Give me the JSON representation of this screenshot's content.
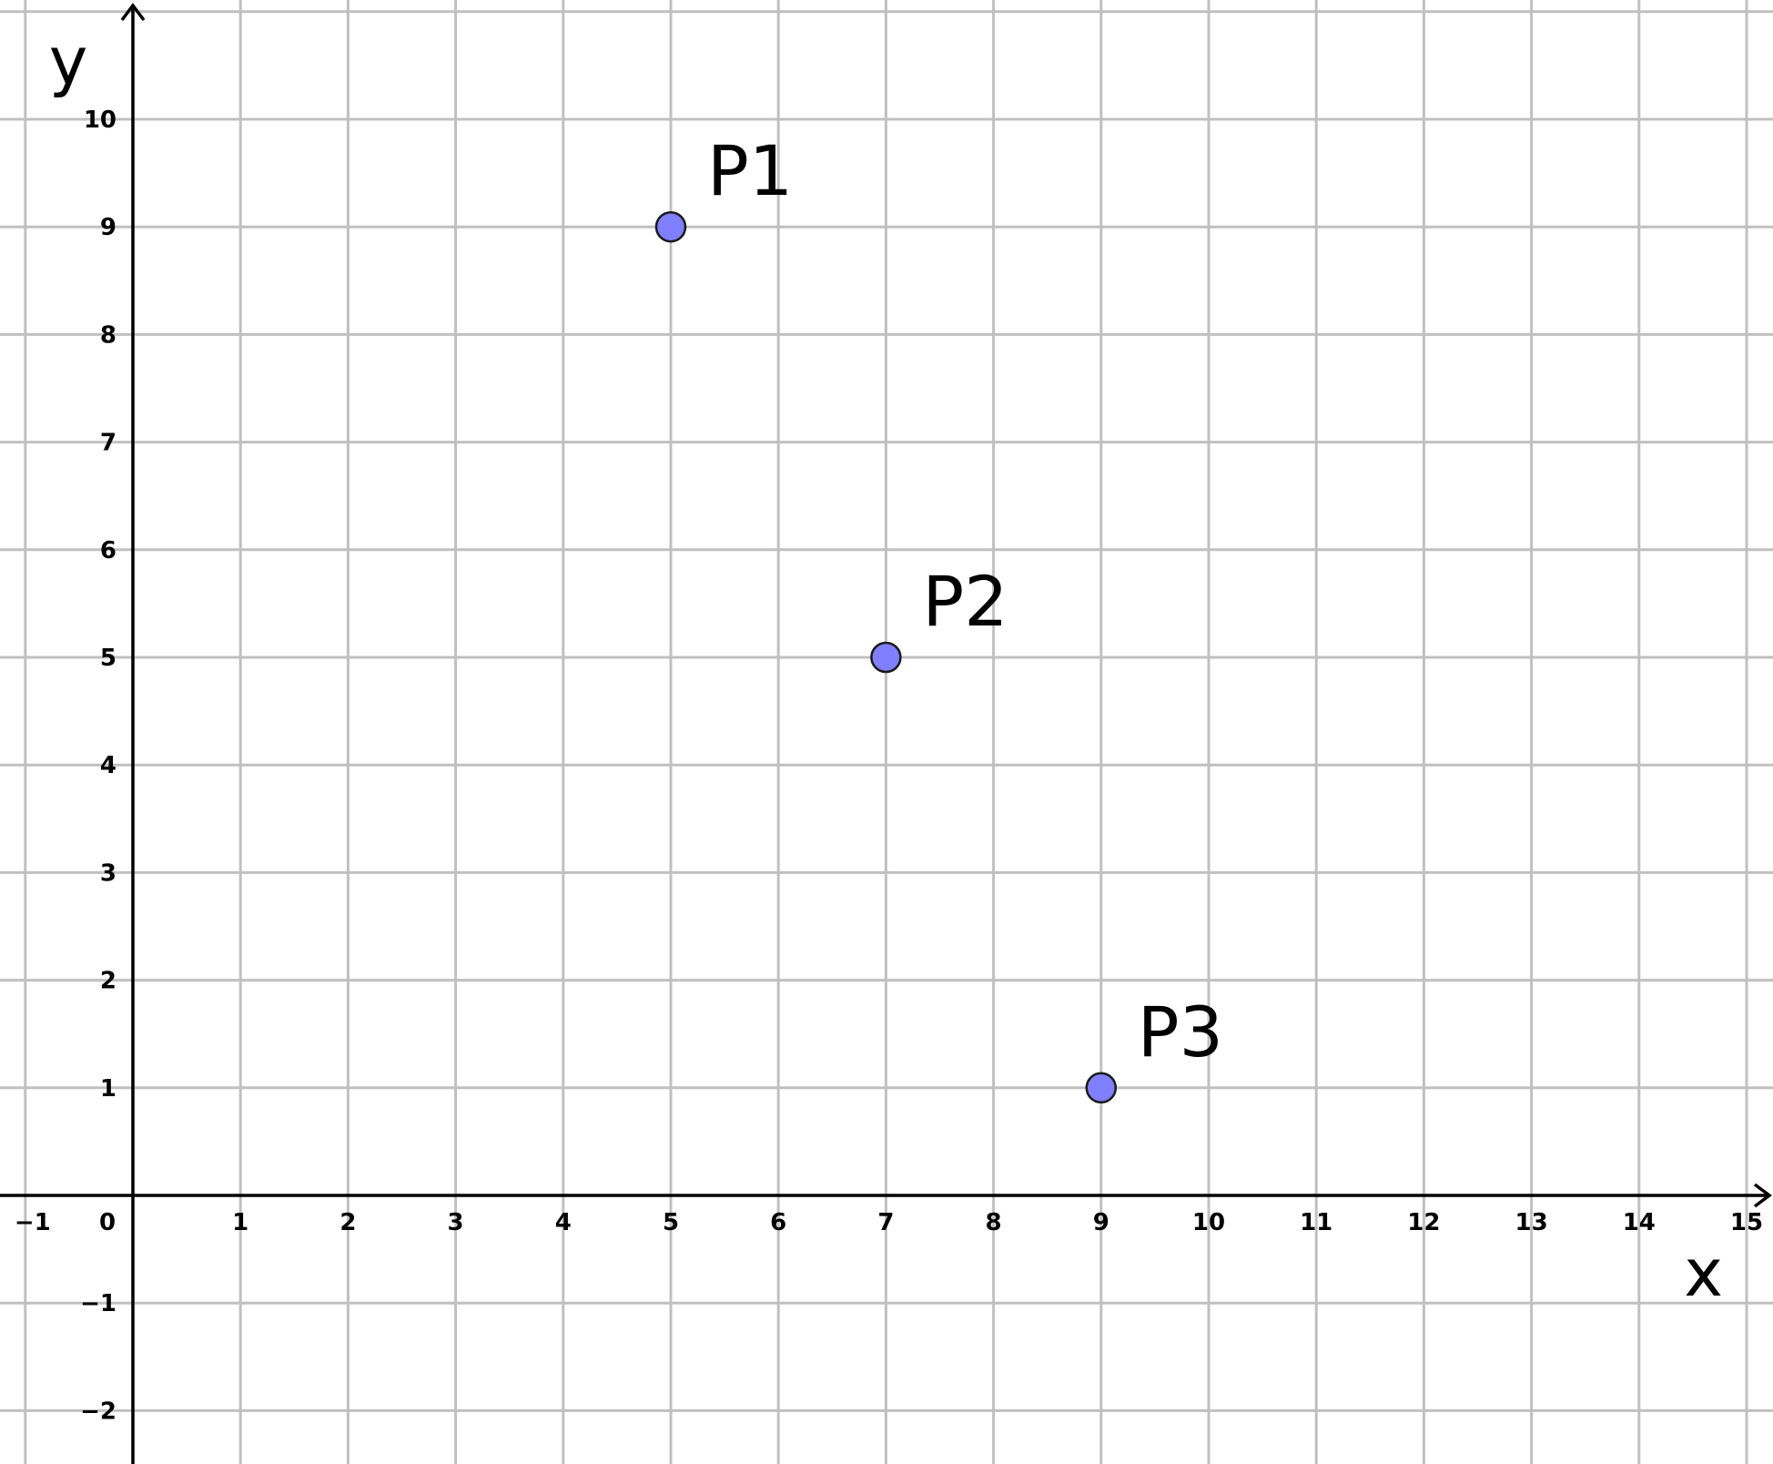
{
  "chart_data": {
    "type": "scatter",
    "title": "",
    "xlabel": "x",
    "ylabel": "y",
    "xlim": [
      -1.2,
      15.2
    ],
    "ylim": [
      -2.5,
      11
    ],
    "grid": true,
    "x_ticks": [
      {
        "value": -1,
        "label": "−1"
      },
      {
        "value": 0,
        "label": "0"
      },
      {
        "value": 1,
        "label": "1"
      },
      {
        "value": 2,
        "label": "2"
      },
      {
        "value": 3,
        "label": "3"
      },
      {
        "value": 4,
        "label": "4"
      },
      {
        "value": 5,
        "label": "5"
      },
      {
        "value": 6,
        "label": "6"
      },
      {
        "value": 7,
        "label": "7"
      },
      {
        "value": 8,
        "label": "8"
      },
      {
        "value": 9,
        "label": "9"
      },
      {
        "value": 10,
        "label": "10"
      },
      {
        "value": 11,
        "label": "11"
      },
      {
        "value": 12,
        "label": "12"
      },
      {
        "value": 13,
        "label": "13"
      },
      {
        "value": 14,
        "label": "14"
      },
      {
        "value": 15,
        "label": "15"
      }
    ],
    "y_ticks": [
      {
        "value": -2,
        "label": "−2"
      },
      {
        "value": -1,
        "label": "−1"
      },
      {
        "value": 1,
        "label": "1"
      },
      {
        "value": 2,
        "label": "2"
      },
      {
        "value": 3,
        "label": "3"
      },
      {
        "value": 4,
        "label": "4"
      },
      {
        "value": 5,
        "label": "5"
      },
      {
        "value": 6,
        "label": "6"
      },
      {
        "value": 7,
        "label": "7"
      },
      {
        "value": 8,
        "label": "8"
      },
      {
        "value": 9,
        "label": "9"
      },
      {
        "value": 10,
        "label": "10"
      }
    ],
    "points": [
      {
        "label": "P1",
        "x": 5,
        "y": 9
      },
      {
        "label": "P2",
        "x": 7,
        "y": 5
      },
      {
        "label": "P3",
        "x": 9,
        "y": 1
      }
    ],
    "colors": {
      "point_fill": "#7f7fff",
      "point_stroke": "#1a1a1a",
      "grid": "#c0c0c0",
      "axis": "#000000"
    }
  }
}
